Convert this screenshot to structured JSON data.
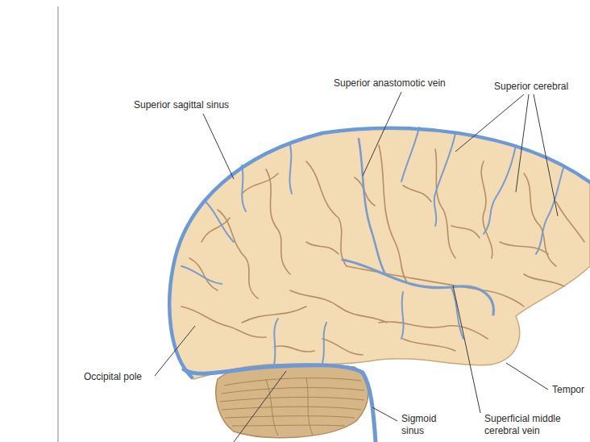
{
  "diagram": {
    "labels": [
      "Superior anastomotic vein",
      "Superior cerebral",
      "Superior sagittal sinus",
      "Occipital pole",
      "Tempor",
      "Sigmoid sinus",
      "Superficial middle cerebral vein"
    ]
  }
}
